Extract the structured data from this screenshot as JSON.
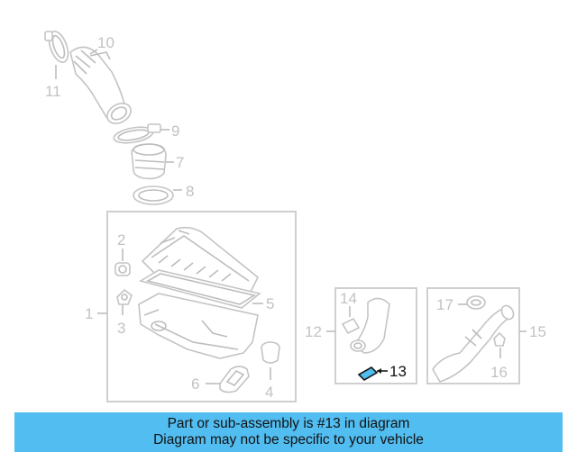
{
  "diagram": {
    "callouts": {
      "p1": "1",
      "p2": "2",
      "p3": "3",
      "p4": "4",
      "p5": "5",
      "p6": "6",
      "p7": "7",
      "p8": "8",
      "p9": "9",
      "p10": "10",
      "p11": "11",
      "p12": "12",
      "p13": "13",
      "p14": "14",
      "p15": "15",
      "p16": "16",
      "p17": "17"
    },
    "highlighted_part": "13",
    "highlight_color": "#52bdf0"
  },
  "banner": {
    "line1": "Part or sub-assembly is #13 in diagram",
    "line2": "Diagram may not be specific to your vehicle",
    "background": "#52bdf0"
  }
}
